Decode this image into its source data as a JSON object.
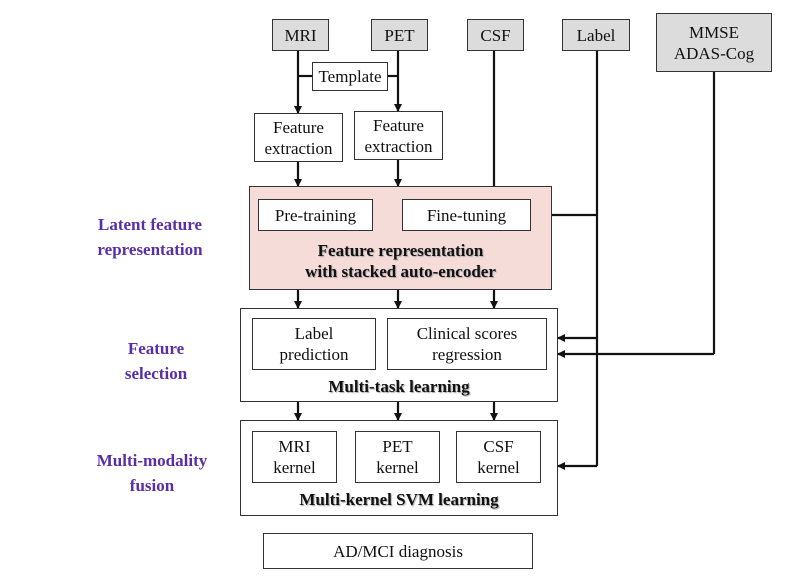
{
  "inputs": {
    "mri": "MRI",
    "pet": "PET",
    "csf": "CSF",
    "label": "Label",
    "mmse": "MMSE\nADAS-Cog"
  },
  "template": "Template",
  "feature_extraction_mri": "Feature\nextraction",
  "feature_extraction_pet": "Feature\nextraction",
  "latent": {
    "side_label": "Latent feature\nrepresentation",
    "pretraining": "Pre-training",
    "finetuning": "Fine-tuning",
    "title": "Feature representation\nwith stacked auto-encoder"
  },
  "selection": {
    "side_label": "Feature\nselection",
    "label_prediction": "Label\nprediction",
    "clinical_regression": "Clinical scores\nregression",
    "title": "Multi-task learning"
  },
  "fusion": {
    "side_label": "Multi-modality\nfusion",
    "mri_kernel": "MRI\nkernel",
    "pet_kernel": "PET\nkernel",
    "csf_kernel": "CSF\nkernel",
    "title": "Multi-kernel SVM learning"
  },
  "output": "AD/MCI diagnosis"
}
